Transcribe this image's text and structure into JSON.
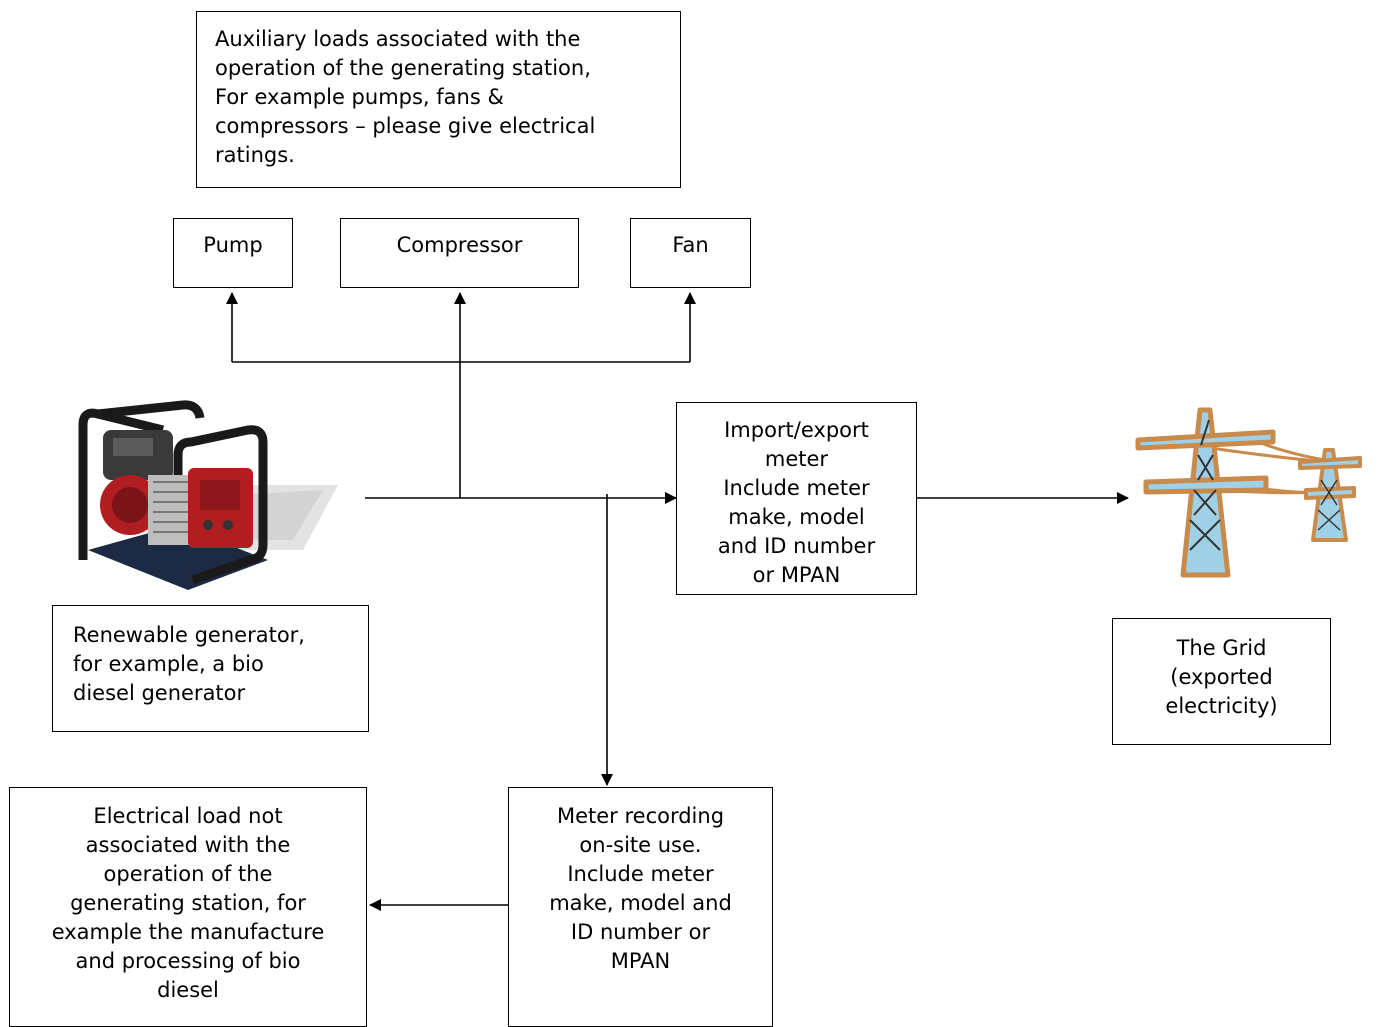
{
  "aux_box": {
    "lines": [
      "Auxiliary loads associated with the",
      "operation of the generating station,",
      "For example pumps, fans &",
      "compressors – please give electrical",
      "ratings."
    ]
  },
  "loads": {
    "pump": "Pump",
    "compressor": "Compressor",
    "fan": "Fan"
  },
  "import_export_meter": {
    "lines": [
      "Import/export",
      "meter",
      "Include meter",
      "make, model",
      "and ID number",
      "or MPAN"
    ]
  },
  "generator": {
    "lines": [
      "Renewable generator,",
      "for example, a bio",
      "diesel generator"
    ]
  },
  "grid": {
    "lines": [
      "The Grid",
      "(exported",
      "electricity)"
    ]
  },
  "onsite_meter": {
    "lines": [
      "Meter recording",
      "on-site use.",
      "Include meter",
      "make, model and",
      "ID number or",
      "MPAN"
    ]
  },
  "other_load": {
    "lines": [
      "Electrical load not",
      "associated with the",
      "operation of the",
      "generating station, for",
      "example the manufacture",
      "and processing of bio",
      "diesel"
    ]
  },
  "colors": {
    "generator_red": "#b01e22",
    "tower_blue": "#9fd0e6",
    "tower_brown": "#c98b4c"
  }
}
